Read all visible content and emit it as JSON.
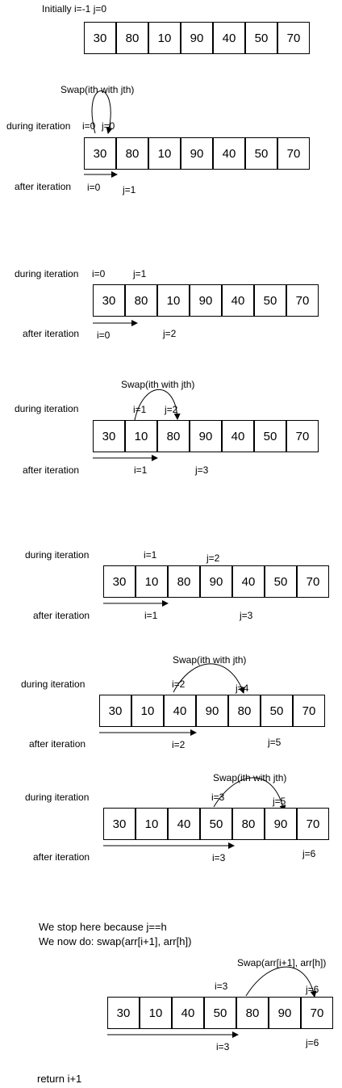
{
  "steps": [
    {
      "values": [
        "30",
        "80",
        "10",
        "90",
        "40",
        "50",
        "70"
      ],
      "labels": {
        "heading": "Initially i=-1  j=0"
      }
    },
    {
      "values": [
        "30",
        "80",
        "10",
        "90",
        "40",
        "50",
        "70"
      ],
      "labels": {
        "swap": "Swap(ith with jth)",
        "during": "during iteration",
        "i_top": "i=0",
        "j_top": "j=0",
        "after": "after iteration",
        "i_bot": "i=0",
        "j_bot": "j=1"
      }
    },
    {
      "values": [
        "30",
        "80",
        "10",
        "90",
        "40",
        "50",
        "70"
      ],
      "labels": {
        "during": "during iteration",
        "i_top": "i=0",
        "j_top": "j=1",
        "after": "after iteration",
        "i_bot": "i=0",
        "j_bot": "j=2"
      }
    },
    {
      "values": [
        "30",
        "10",
        "80",
        "90",
        "40",
        "50",
        "70"
      ],
      "labels": {
        "swap": "Swap(ith with jth)",
        "during": "during iteration",
        "i_top": "i=1",
        "j_top": "j=2",
        "after": "after iteration",
        "i_bot": "i=1",
        "j_bot": "j=3"
      }
    },
    {
      "values": [
        "30",
        "10",
        "80",
        "90",
        "40",
        "50",
        "70"
      ],
      "labels": {
        "during": "during iteration",
        "i_top": "i=1",
        "j_top": "j=2",
        "after": "after iteration",
        "i_bot": "i=1",
        "j_bot": "j=3"
      }
    },
    {
      "values": [
        "30",
        "10",
        "40",
        "90",
        "80",
        "50",
        "70"
      ],
      "labels": {
        "swap": "Swap(ith with jth)",
        "during": "during iteration",
        "i_top": "i=2",
        "j_top": "j=4",
        "after": "after iteration",
        "i_bot": "i=2",
        "j_bot": "j=5"
      }
    },
    {
      "values": [
        "30",
        "10",
        "40",
        "50",
        "80",
        "90",
        "70"
      ],
      "labels": {
        "swap": "Swap(ith with jth)",
        "during": "during iteration",
        "i_top": "i=3",
        "j_top": "j=5",
        "after": "after iteration",
        "i_bot": "i=3",
        "j_bot": "j=6"
      }
    },
    {
      "values": [
        "30",
        "10",
        "40",
        "50",
        "80",
        "90",
        "70"
      ],
      "labels": {
        "swap": "Swap(arr[i+1], arr[h])",
        "i_top": "i=3",
        "j_top": "j=6",
        "i_bot": "i=3",
        "j_bot": "j=6"
      }
    }
  ],
  "stop_line1": "We stop here because j==h",
  "stop_line2": "We now do: swap(arr[i+1], arr[h])",
  "return_text": "return i+1"
}
